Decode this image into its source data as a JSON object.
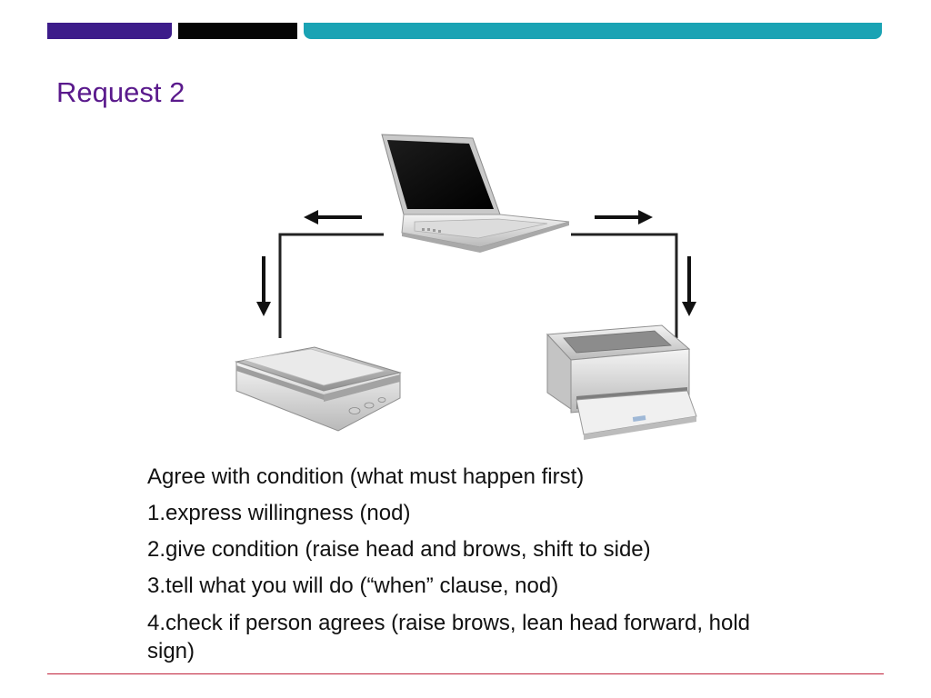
{
  "slide": {
    "title": "Request 2"
  },
  "diagram": {
    "devices": [
      {
        "name": "laptop-icon"
      },
      {
        "name": "scanner-icon"
      },
      {
        "name": "printer-icon"
      }
    ]
  },
  "body": {
    "lines": [
      "Agree with condition (what must happen first)",
      "1.express willingness (nod)",
      "2.give condition (raise head and brows, shift to side)",
      "3.tell what you will do (“when” clause, nod)",
      "4.check if person agrees (raise brows, lean head forward, hold sign)"
    ]
  },
  "colors": {
    "accent_purple": "#3d1c8a",
    "accent_black": "#050505",
    "accent_teal": "#1aa3b4",
    "title_color": "#5a1a8c",
    "footer_rule": "#c0203a"
  }
}
